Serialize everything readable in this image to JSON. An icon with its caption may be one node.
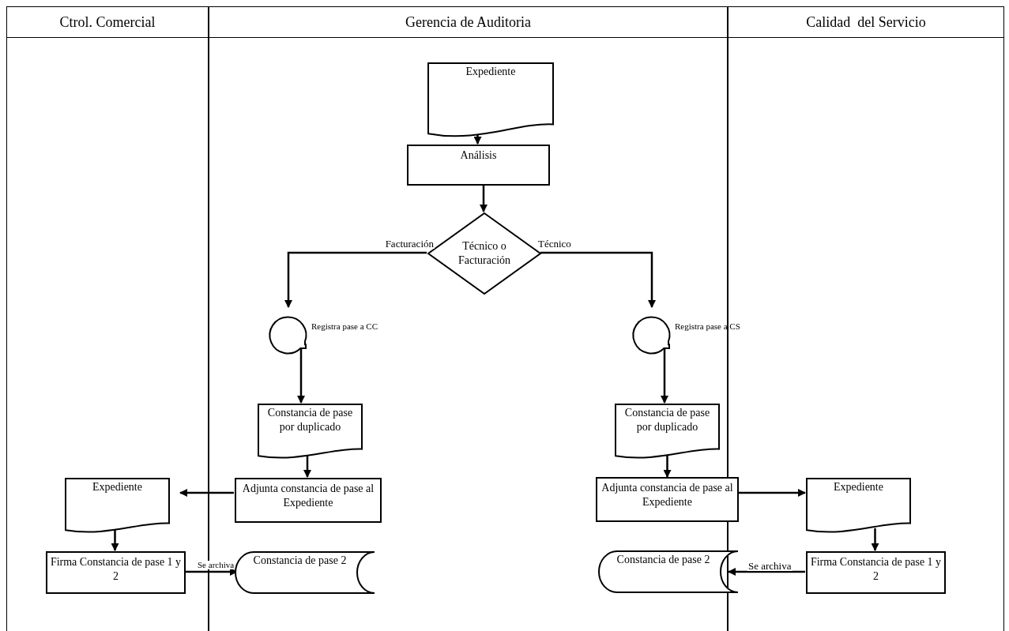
{
  "diagram": {
    "nodes": [
      {
        "text": [
          "Ctrol. Comercial"
        ]
      },
      {
        "text": [
          "Gerencia de Auditoria"
        ]
      },
      {
        "text": [
          "Calidad  del Servicio"
        ]
      },
      {
        "text": [
          "Expediente"
        ],
        "in": 1
      },
      {
        "text": [
          "Análisis"
        ],
        "in": 1
      },
      {
        "text": [
          "Técnico o Facturación"
        ],
        "in": 1
      },
      {
        "text": [],
        "shape": "circle",
        "beside": [
          "Registra pase a CC"
        ],
        "in": 1
      },
      {
        "text": [],
        "shape": "circle",
        "beside": [
          "Registra pase a CS"
        ],
        "in": 1
      },
      {
        "text": [
          "Constancia de pase por duplicado"
        ],
        "in": 1
      },
      {
        "text": [
          "Constancia de pase por duplicado"
        ],
        "in": 1
      },
      {
        "text": [
          "Adjunta constancia de pase al Expediente"
        ],
        "in": 1
      },
      {
        "text": [
          "Adjunta constancia de pase al Expediente"
        ]
      },
      {
        "text": [
          "Expediente"
        ],
        "in": 0
      },
      {
        "text": [
          "Expediente"
        ],
        "in": 2
      },
      {
        "text": [
          "Firma Constancia de pase 1 y 2"
        ],
        "in": 0
      },
      {
        "text": [
          "Constancia de pase 2"
        ],
        "in": 1
      },
      {
        "text": [
          "Constancia de pase 2"
        ]
      },
      {
        "text": [
          "Firma Constancia de pase 1 y 2"
        ],
        "in": 2
      }
    ],
    "edges": [
      {
        "from": 3,
        "to": 4,
        "arrow": "to"
      },
      {
        "from": 4,
        "to": 5,
        "arrow": "to"
      },
      {
        "from": 5,
        "to": 6,
        "arrow": "to",
        "label": "Facturación"
      },
      {
        "from": 5,
        "to": 7,
        "arrow": "to",
        "label": "Técnico"
      },
      {
        "from": 6,
        "to": 8,
        "arrow": "to"
      },
      {
        "from": 7,
        "to": 9,
        "arrow": "to"
      },
      {
        "from": 8,
        "to": 10,
        "arrow": "to"
      },
      {
        "from": 9,
        "to": 11,
        "arrow": "to"
      },
      {
        "from": 10,
        "to": 12,
        "arrow": "to"
      },
      {
        "from": 11,
        "to": 13,
        "arrow": "to"
      },
      {
        "from": 12,
        "to": 14,
        "arrow": "to"
      },
      {
        "from": 13,
        "to": 17,
        "arrow": "to"
      },
      {
        "from": 14,
        "to": 15,
        "arrow": "to",
        "label": "Se archiva"
      },
      {
        "from": 17,
        "to": 16,
        "arrow": "to",
        "label": "Se archiva"
      }
    ]
  }
}
